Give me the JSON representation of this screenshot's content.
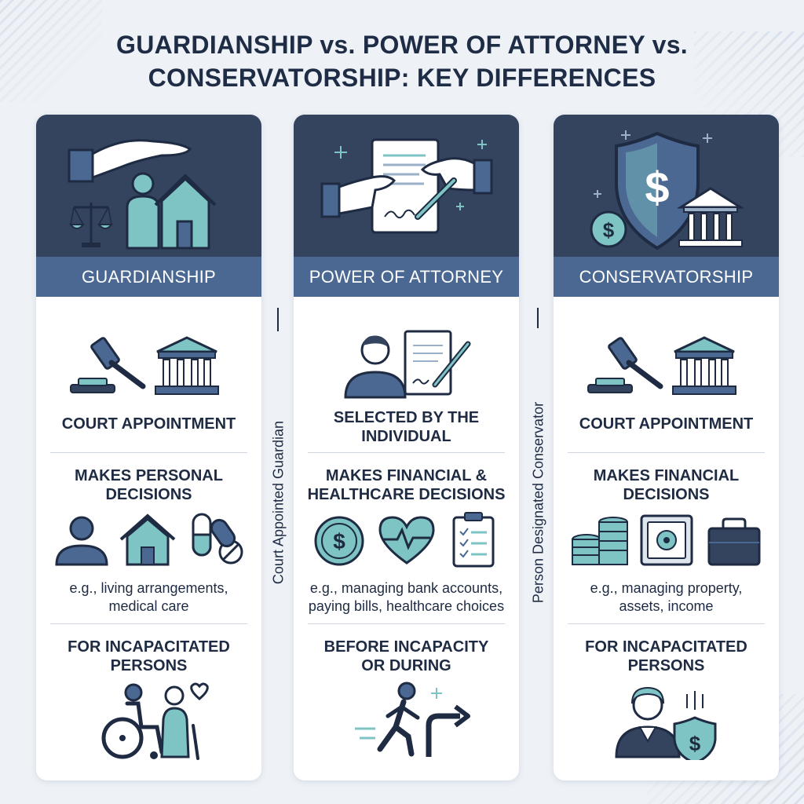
{
  "title": {
    "line1": "GUARDIANSHIP vs. POWER OF ATTORNEY vs.",
    "line2": "CONSERVATORSHIP: KEY DIFFERENCES"
  },
  "columns": [
    {
      "heading": "GUARDIANSHIP",
      "appointment": "COURT APPOINTMENT",
      "decisions_line1": "MAKES PERSONAL",
      "decisions_line2": "DECISIONS",
      "example_line1": "e.g., living arrangements,",
      "example_line2": "medical care",
      "timing_line1": "FOR INCAPACITATED",
      "timing_line2": "PERSONS"
    },
    {
      "heading": "POWER OF ATTORNEY",
      "appointment_line1": "SELECTED BY THE",
      "appointment_line2": "INDIVIDUAL",
      "decisions_line1": "MAKES FINANCIAL &",
      "decisions_line2": "HEALTHCARE DECISIONS",
      "example_line1": "e.g., managing bank accounts,",
      "example_line2": "paying bills, healthcare choices",
      "timing_line1": "BEFORE INCAPACITY",
      "timing_line2": "OR DURING"
    },
    {
      "heading": "CONSERVATORSHIP",
      "appointment": "COURT APPOINTMENT",
      "decisions_line1": "MAKES FINANCIAL",
      "decisions_line2": "DECISIONS",
      "example_line1": "e.g., managing property,",
      "example_line2": "assets, income",
      "timing_line1": "FOR INCAPACITATED",
      "timing_line2": "PERSONS"
    }
  ],
  "side_labels": {
    "left": "Court Appointed Guardian",
    "right": "Person Designated Conservator"
  },
  "colors": {
    "navy": "#34445f",
    "banner": "#4a6892",
    "teal": "#7ec4c4",
    "dark_icon": "#34445f",
    "text": "#1e2b42"
  }
}
